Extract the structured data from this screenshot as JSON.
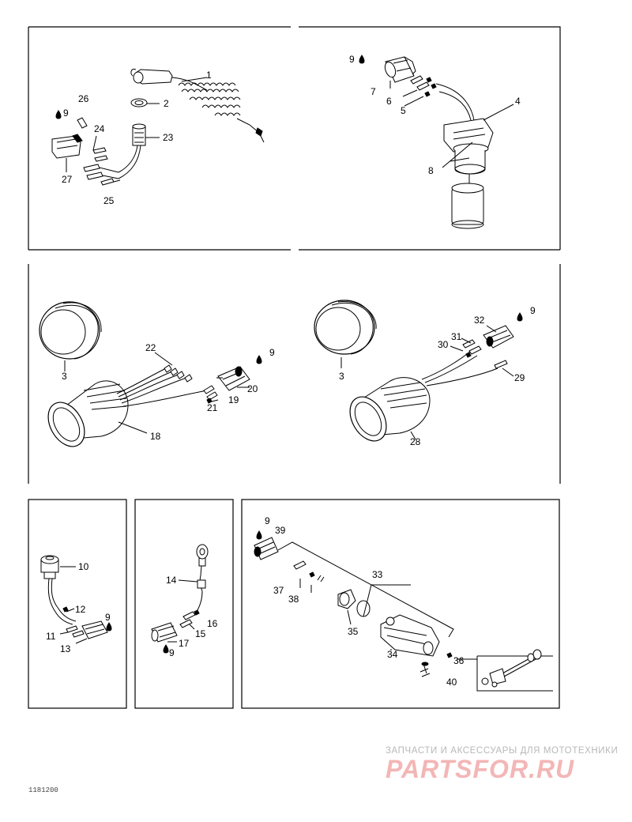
{
  "labels": {
    "p1": [
      "1",
      "2",
      "23",
      "26",
      "9",
      "24",
      "27",
      "25"
    ],
    "p2": [
      "9",
      "7",
      "6",
      "5",
      "4",
      "8"
    ],
    "p3": [
      "3",
      "22",
      "9",
      "20",
      "19",
      "21",
      "18"
    ],
    "p4": [
      "3",
      "32",
      "9",
      "31",
      "30",
      "29",
      "28"
    ],
    "p5": [
      "10",
      "12",
      "9",
      "11",
      "13"
    ],
    "p6": [
      "14",
      "16",
      "15",
      "17",
      "9"
    ],
    "p7": [
      "9",
      "39",
      "33",
      "37",
      "38",
      "35",
      "34",
      "36",
      "40"
    ]
  },
  "watermark": {
    "tagline": "ЗАПЧАСТИ И АКСЕССУАРЫ ДЛЯ МОТОТЕХНИКИ",
    "logo": "PARTSFOR.RU"
  },
  "figure_code": "1181200"
}
